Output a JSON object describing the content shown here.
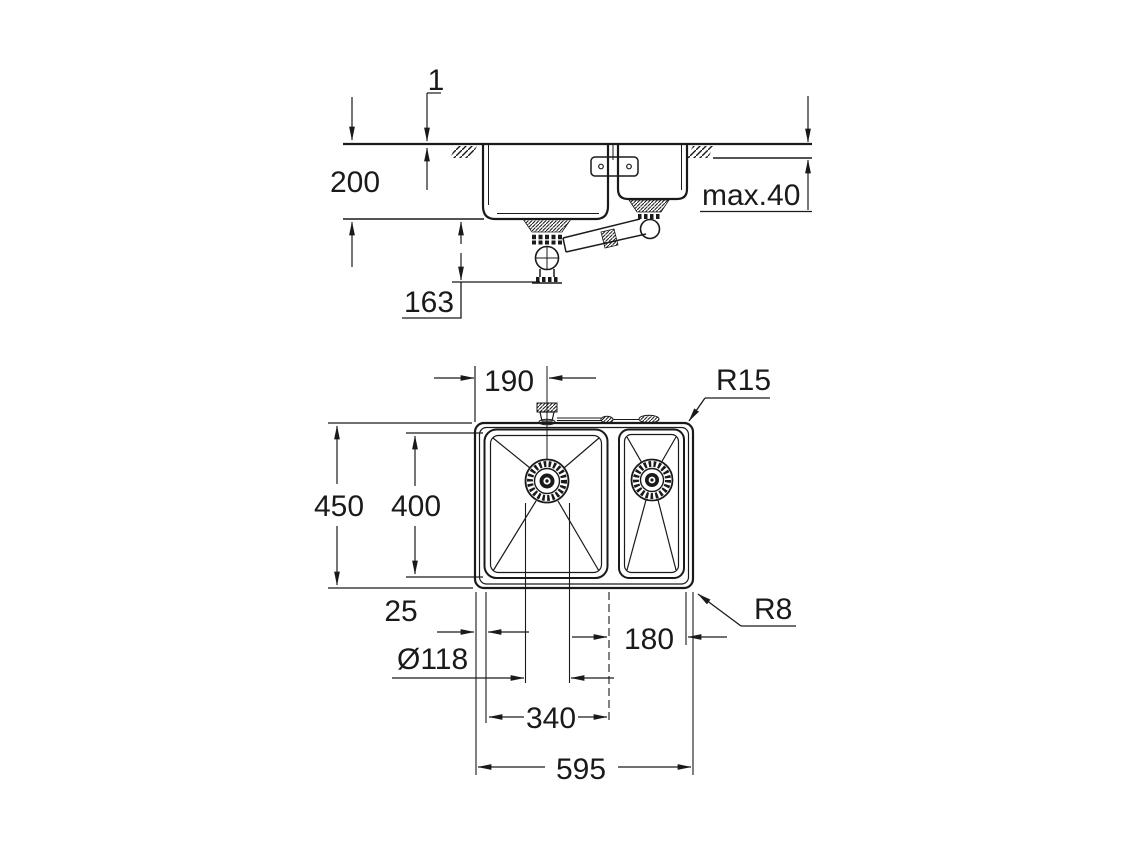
{
  "drawing": {
    "subject": "kitchen-sink-1.5-bowl-installation-dimensions",
    "units": "mm",
    "colors": {
      "line": "#1a1a1a",
      "background": "#ffffff"
    },
    "section_view": {
      "labels": {
        "rim_reveal": "1",
        "bowl_depth": "200",
        "counter_max": "max.40",
        "trap_height": "163"
      }
    },
    "plan_view": {
      "labels": {
        "drain_offset": "190",
        "radius_inner": "R15",
        "overall_depth": "450",
        "bowl_inner_depth": "400",
        "edge_gap": "25",
        "small_bowl_width": "180",
        "drain_diameter": "Ø118",
        "main_bowl_width": "340",
        "overall_width": "595",
        "radius_outer": "R8"
      }
    }
  }
}
